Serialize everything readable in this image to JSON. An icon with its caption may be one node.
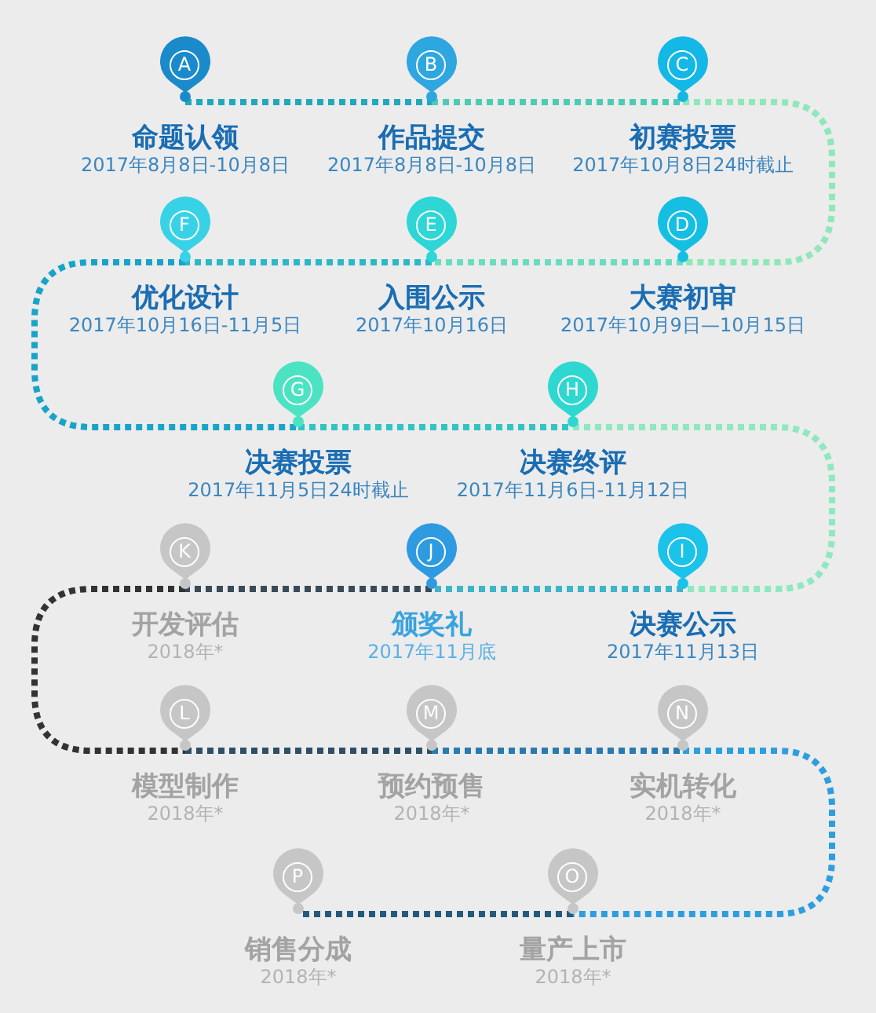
{
  "diagram": {
    "nodes": [
      {
        "text": [
          "A"
        ],
        "beside": [
          "命题认领",
          "2017年8月8日-10月8日"
        ]
      },
      {
        "text": [
          "B"
        ],
        "beside": [
          "作品提交",
          "2017年8月8日-10月8日"
        ]
      },
      {
        "text": [
          "C"
        ],
        "beside": [
          "初赛投票",
          "2017年10月8日24时截止"
        ]
      },
      {
        "text": [
          "D"
        ],
        "beside": [
          "大赛初审",
          "2017年10月9日—10月15日"
        ]
      },
      {
        "text": [
          "E"
        ],
        "beside": [
          "入围公示",
          "2017年10月16日"
        ]
      },
      {
        "text": [
          "F"
        ],
        "beside": [
          "优化设计",
          "2017年10月16日-11月5日"
        ]
      },
      {
        "text": [
          "G"
        ],
        "beside": [
          "决赛投票",
          "2017年11月5日24时截止"
        ]
      },
      {
        "text": [
          "H"
        ],
        "beside": [
          "决赛终评",
          "2017年11月6日-11月12日"
        ]
      },
      {
        "text": [
          "I"
        ],
        "beside": [
          "决赛公示",
          "2017年11月13日"
        ]
      },
      {
        "text": [
          "J"
        ],
        "beside": [
          "颁奖礼",
          "2017年11月底"
        ]
      },
      {
        "text": [
          "K"
        ],
        "beside": [
          "开发评估",
          "2018年*"
        ]
      },
      {
        "text": [
          "L"
        ],
        "beside": [
          "模型制作",
          "2018年*"
        ]
      },
      {
        "text": [
          "M"
        ],
        "beside": [
          "预约预售",
          "2018年*"
        ]
      },
      {
        "text": [
          "N"
        ],
        "beside": [
          "实机转化",
          "2018年*"
        ]
      },
      {
        "text": [
          "O"
        ],
        "beside": [
          "量产上市",
          "2018年*"
        ]
      },
      {
        "text": [
          "P"
        ],
        "beside": [
          "销售分成",
          "2018年*"
        ]
      }
    ],
    "edges": [
      {
        "from": 0,
        "to": 1,
        "arrow": "none",
        "color": "#22a8bc"
      },
      {
        "from": 1,
        "to": 2,
        "arrow": "none",
        "color": "#4cccb4"
      },
      {
        "from": 2,
        "to": 3,
        "arrow": "none",
        "color": "#8ee8b8"
      },
      {
        "from": 3,
        "to": 4,
        "arrow": "none",
        "color": "#6cdcc0"
      },
      {
        "from": 4,
        "to": 5,
        "arrow": "none",
        "color": "#2cb8c8"
      },
      {
        "from": 5,
        "to": 6,
        "arrow": "none",
        "color": "#18a4c8"
      },
      {
        "from": 6,
        "to": 7,
        "arrow": "none",
        "color": "#30c4c4"
      },
      {
        "from": 7,
        "to": 8,
        "arrow": "none",
        "color": "#8ee8c0"
      },
      {
        "from": 8,
        "to": 9,
        "arrow": "none",
        "color": "#40b4c8"
      },
      {
        "from": 9,
        "to": 10,
        "arrow": "none",
        "color": "#3a4a58"
      },
      {
        "from": 10,
        "to": 11,
        "arrow": "none",
        "color": "#333333"
      },
      {
        "from": 11,
        "to": 12,
        "arrow": "none",
        "color": "#2f4f66"
      },
      {
        "from": 12,
        "to": 13,
        "arrow": "none",
        "color": "#2a7ab0"
      },
      {
        "from": 13,
        "to": 14,
        "arrow": "none",
        "color": "#2d9ee0"
      },
      {
        "from": 14,
        "to": 15,
        "arrow": "none",
        "color": "#245a7c"
      }
    ]
  }
}
